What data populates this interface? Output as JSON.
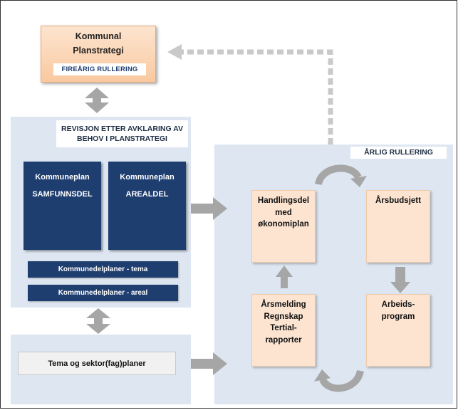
{
  "planstrategi": {
    "title_line1": "Kommunal",
    "title_line2": "Planstrategi",
    "subtitle": "FIREÅRIG RULLERING"
  },
  "revision_panel": {
    "header_line1": "REVISJON ETTER AVKLARING AV",
    "header_line2": "BEHOV I PLANSTRATEGI",
    "samfunnsdel": {
      "title": "Kommuneplan",
      "subtitle": "SAMFUNNSDEL"
    },
    "arealdel": {
      "title": "Kommuneplan",
      "subtitle": "AREALDEL"
    },
    "tema": "Kommunedelplaner - tema",
    "areal": "Kommunedelplaner - areal"
  },
  "sector_panel": {
    "label": "Tema og sektor(fag)planer"
  },
  "annual_panel": {
    "header": "ÅRLIG RULLERING",
    "handlingsdel": [
      "Handlingsdel",
      "med",
      "økonomiplan"
    ],
    "arsbudsjett": [
      "Årsbudsjett"
    ],
    "arsmelding": [
      "Årsmelding",
      "Regnskap",
      "Tertial-",
      "rapporter"
    ],
    "arbeidsprogram": [
      "Arbeids-",
      "program"
    ]
  },
  "colors": {
    "navy": "#1f3e70",
    "panel": "#dde6f1",
    "note": "#fce4d1",
    "arrow": "#a6a6a6",
    "orange": "#f9c9a0"
  }
}
